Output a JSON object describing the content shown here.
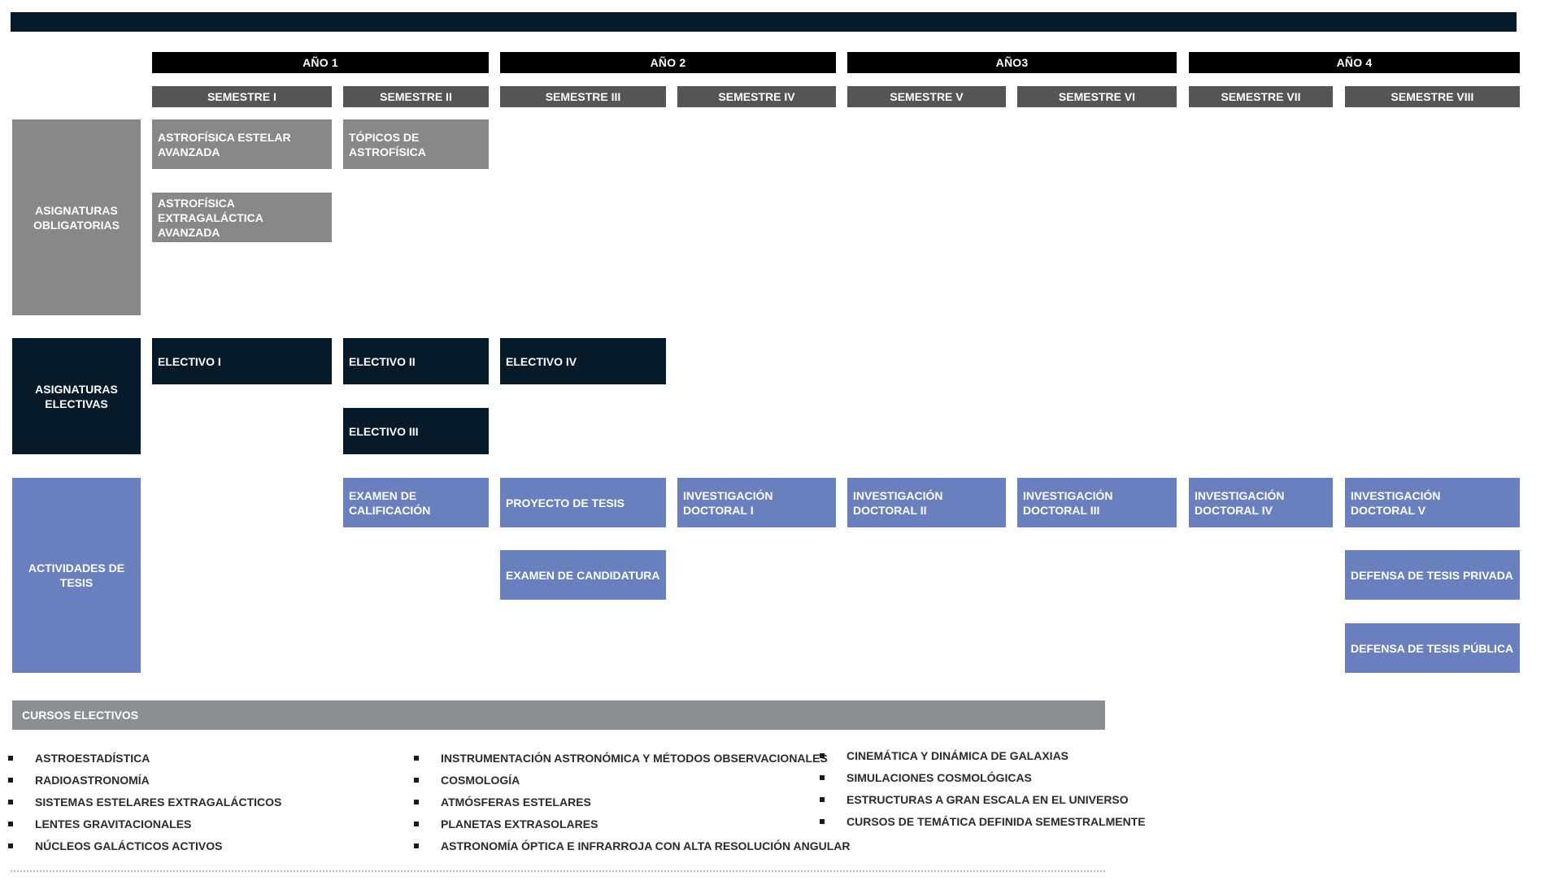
{
  "years": [
    {
      "label": "AÑO 1"
    },
    {
      "label": "AÑO 2"
    },
    {
      "label": "AÑO3"
    },
    {
      "label": "AÑO 4"
    }
  ],
  "semesters": [
    {
      "label": "SEMESTRE I"
    },
    {
      "label": "SEMESTRE II"
    },
    {
      "label": "SEMESTRE III"
    },
    {
      "label": "SEMESTRE IV"
    },
    {
      "label": "SEMESTRE V"
    },
    {
      "label": "SEMESTRE VI"
    },
    {
      "label": "SEMESTRE VII"
    },
    {
      "label": "SEMESTRE VIII"
    }
  ],
  "categories": {
    "obligatorias": {
      "label": "ASIGNATURAS\nOBLIGATORIAS",
      "color": "#888888"
    },
    "electivas": {
      "label": "ASIGNATURAS ELECTIVAS",
      "color": "#061a2a"
    },
    "tesis": {
      "label": "ACTIVIDADES DE TESIS",
      "color": "#6a7fbe"
    }
  },
  "obligatorias": {
    "s1_a": "ASTROFÍSICA ESTELAR AVANZADA",
    "s2_a": "TÓPICOS DE ASTROFÍSICA",
    "s1_b": "ASTROFÍSICA EXTRAGALÁCTICA\nAVANZADA"
  },
  "electivas": {
    "e1": "ELECTIVO I",
    "e2": "ELECTIVO II",
    "e4": "ELECTIVO IV",
    "e3": "ELECTIVO III"
  },
  "tesis": {
    "examen_calificacion": "EXAMEN DE CALIFICACIÓN",
    "proyecto": "PROYECTO DE TESIS",
    "inv1": "INVESTIGACIÓN\nDOCTORAL I",
    "inv2": "INVESTIGACIÓN\n DOCTORAL II",
    "inv3": "INVESTIGACIÓN\n DOCTORAL III",
    "inv4": "INVESTIGACIÓN\n DOCTORAL IV",
    "inv5": "INVESTIGACIÓN\n DOCTORAL V",
    "examen_candidatura": "EXAMEN DE CANDIDATURA",
    "defensa_privada": "DEFENSA DE TESIS PRIVADA",
    "defensa_publica": "DEFENSA DE TESIS PÚBLICA"
  },
  "cursos_electivos": {
    "title": "CURSOS ELECTIVOS",
    "col1": [
      "ASTROESTADÍSTICA",
      "RADIOASTRONOMÍA",
      "SISTEMAS ESTELARES EXTRAGALÁCTICOS",
      "LENTES GRAVITACIONALES",
      "NÚCLEOS GALÁCTICOS ACTIVOS"
    ],
    "col2": [
      "INSTRUMENTACIÓN ASTRONÓMICA Y MÉTODOS OBSERVACIONALES",
      "COSMOLOGÍA",
      "ATMÓSFERAS ESTELARES",
      "PLANETAS EXTRASOLARES",
      "ASTRONOMÍA ÓPTICA E INFRARROJA CON ALTA RESOLUCIÓN ANGULAR"
    ],
    "col3": [
      "CINEMÁTICA Y DINÁMICA DE GALAXIAS",
      "SIMULACIONES COSMOLÓGICAS",
      "ESTRUCTURAS A GRAN ESCALA EN EL UNIVERSO",
      "CURSOS DE TEMÁTICA DEFINIDA SEMESTRALMENTE"
    ]
  }
}
